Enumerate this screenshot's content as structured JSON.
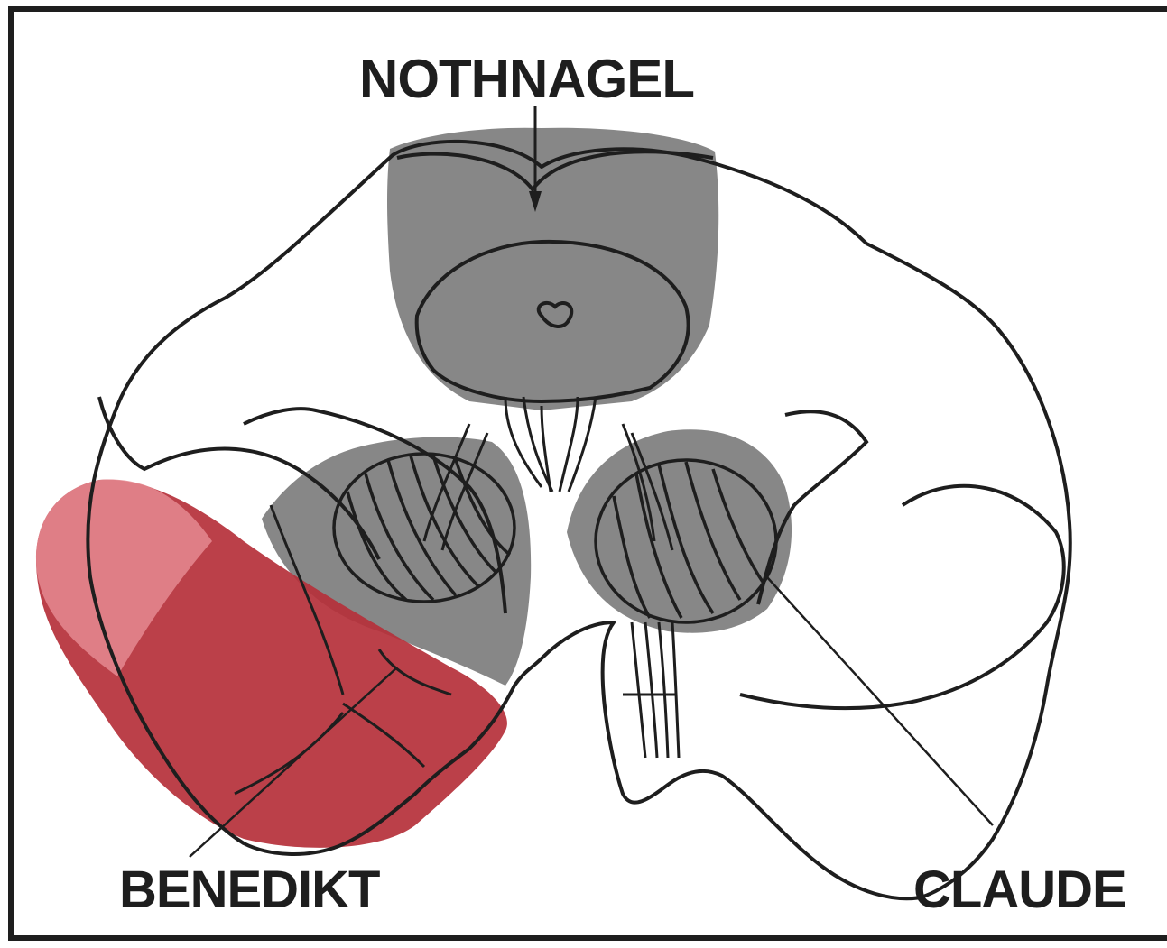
{
  "labels": {
    "top": "NOTHNAGEL",
    "bottom_left": "BENEDIKT",
    "bottom_right": "CLAUDE"
  },
  "colors": {
    "background": "#ffffff",
    "outline": "#1e1e1e",
    "gray_region": "#7a7a7a",
    "red_region": "#b5303a",
    "red_region_light": "#e07c82"
  }
}
